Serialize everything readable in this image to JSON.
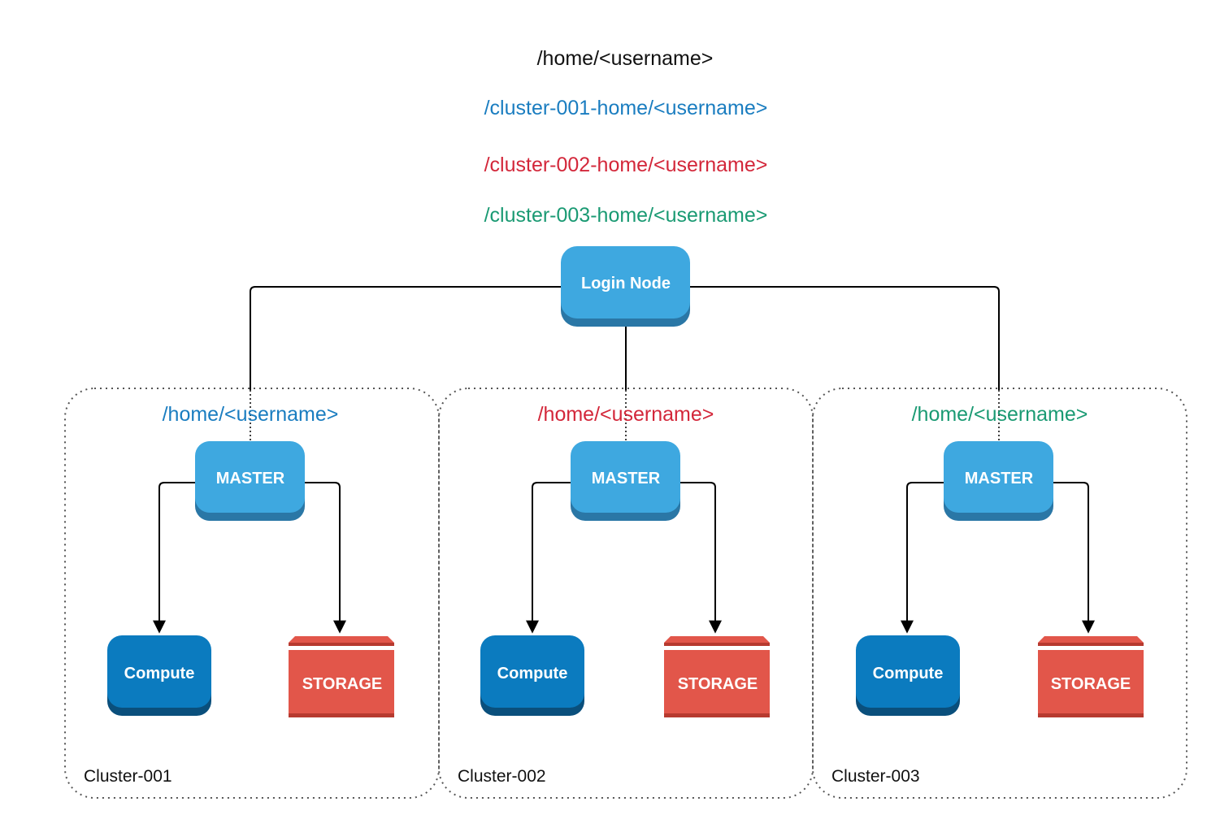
{
  "paths": {
    "home": "/home/<username>",
    "cluster_001_home": "/cluster-001-home/<username>",
    "cluster_002_home": "/cluster-002-home/<username>",
    "cluster_003_home": "/cluster-003-home/<username>"
  },
  "login_node": {
    "label": "Login Node"
  },
  "clusters": [
    {
      "name": "Cluster-001",
      "home_path": "/home/<username>",
      "master": "MASTER",
      "compute": "Compute",
      "storage": "STORAGE",
      "path_color": "#1a7dc0"
    },
    {
      "name": "Cluster-002",
      "home_path": "/home/<username>",
      "master": "MASTER",
      "compute": "Compute",
      "storage": "STORAGE",
      "path_color": "#d3273a"
    },
    {
      "name": "Cluster-003",
      "home_path": "/home/<username>",
      "master": "MASTER",
      "compute": "Compute",
      "storage": "STORAGE",
      "path_color": "#1a9a73"
    }
  ],
  "colors": {
    "home_path": "#111111",
    "cluster_001": "#1a7dc0",
    "cluster_002": "#d3273a",
    "cluster_003": "#1a9a73",
    "node_light": "#3ea8e0",
    "node_light_shadow": "#2a77a6",
    "node_dark": "#0b7bbf",
    "node_dark_shadow": "#0a4f7c",
    "storage": "#e2564a",
    "storage_shadow": "#b73a2f",
    "connector": "#000000"
  }
}
